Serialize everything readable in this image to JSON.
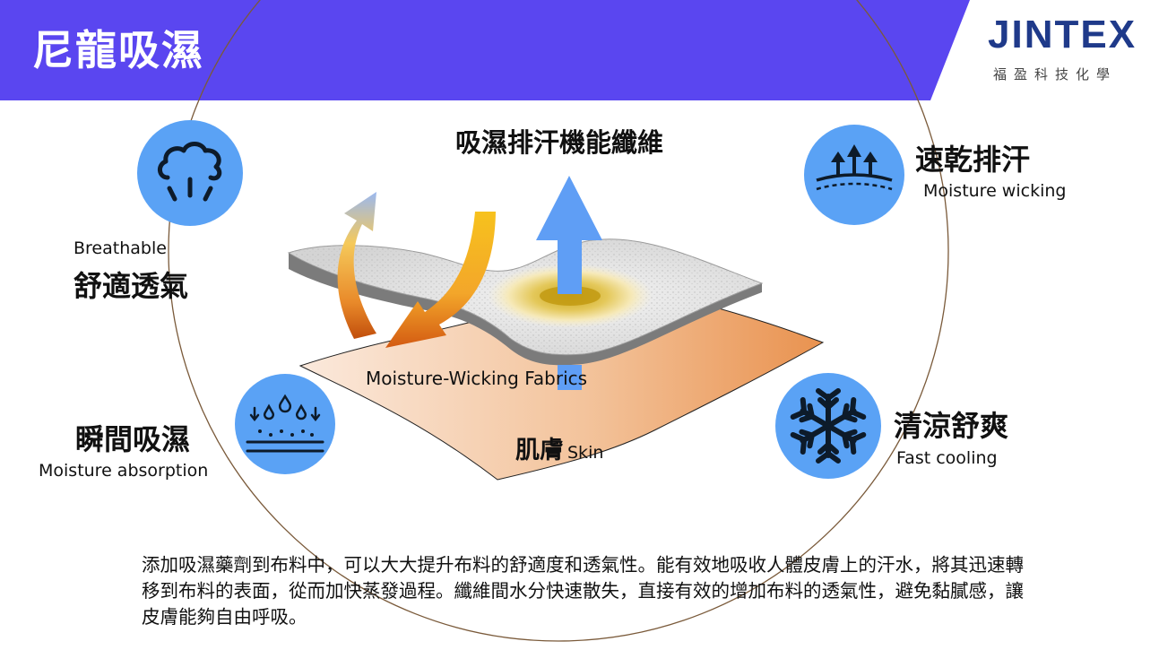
{
  "header": {
    "title": "尼龍吸濕",
    "logo": "JINTEX",
    "logo_subtitle": "福盈科技化學",
    "banner_color": "#5a46f0"
  },
  "diagram": {
    "center_title": "吸濕排汗機能纖維",
    "fabric_label": "Moisture-Wicking Fabrics",
    "skin_label_cn": "肌膚",
    "skin_label_en": "Skin",
    "features": [
      {
        "cn": "舒適透氣",
        "en": "Breathable",
        "icon": "cloud-rain-icon"
      },
      {
        "cn": "速乾排汗",
        "en": "Moisture wicking",
        "icon": "evaporation-arrows-icon"
      },
      {
        "cn": "瞬間吸濕",
        "en": "Moisture absorption",
        "icon": "water-drops-icon"
      },
      {
        "cn": "清涼舒爽",
        "en": "Fast cooling",
        "icon": "snowflake-icon"
      }
    ],
    "icon_color": "#5aa2f5"
  },
  "description": "添加吸濕藥劑到布料中，可以大大提升布料的舒適度和透氣性。能有效地吸收人體皮膚上的汗水，將其迅速轉移到布料的表面，從而加快蒸發過程。纖維間水分快速散失，直接有效的增加布料的透氣性，避免黏膩感，讓皮膚能夠自由呼吸。"
}
